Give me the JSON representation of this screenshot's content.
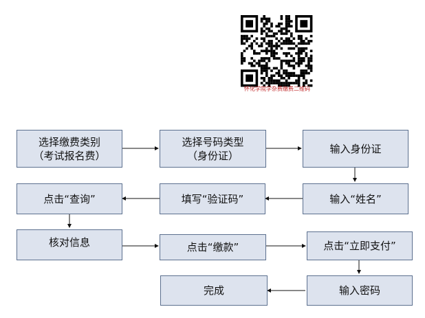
{
  "qr": {
    "caption": "怀化学院学杂费缴费二维码"
  },
  "steps": {
    "s1": {
      "line1": "选择缴费类别",
      "line2": "（考试报名费）"
    },
    "s2": {
      "line1": "选择号码类型",
      "line2": "（身份证）"
    },
    "s3": {
      "label": "输入身份证"
    },
    "s4": {
      "label": "输入“姓名”"
    },
    "s5": {
      "label": "填写“验证码”"
    },
    "s6": {
      "label": "点击“查询”"
    },
    "s7": {
      "label": "核对信息"
    },
    "s8": {
      "label": "点击“缴款”"
    },
    "s9": {
      "label": "点击“立即支付”"
    },
    "s10": {
      "label": "输入密码"
    },
    "s11": {
      "label": "完成"
    }
  }
}
